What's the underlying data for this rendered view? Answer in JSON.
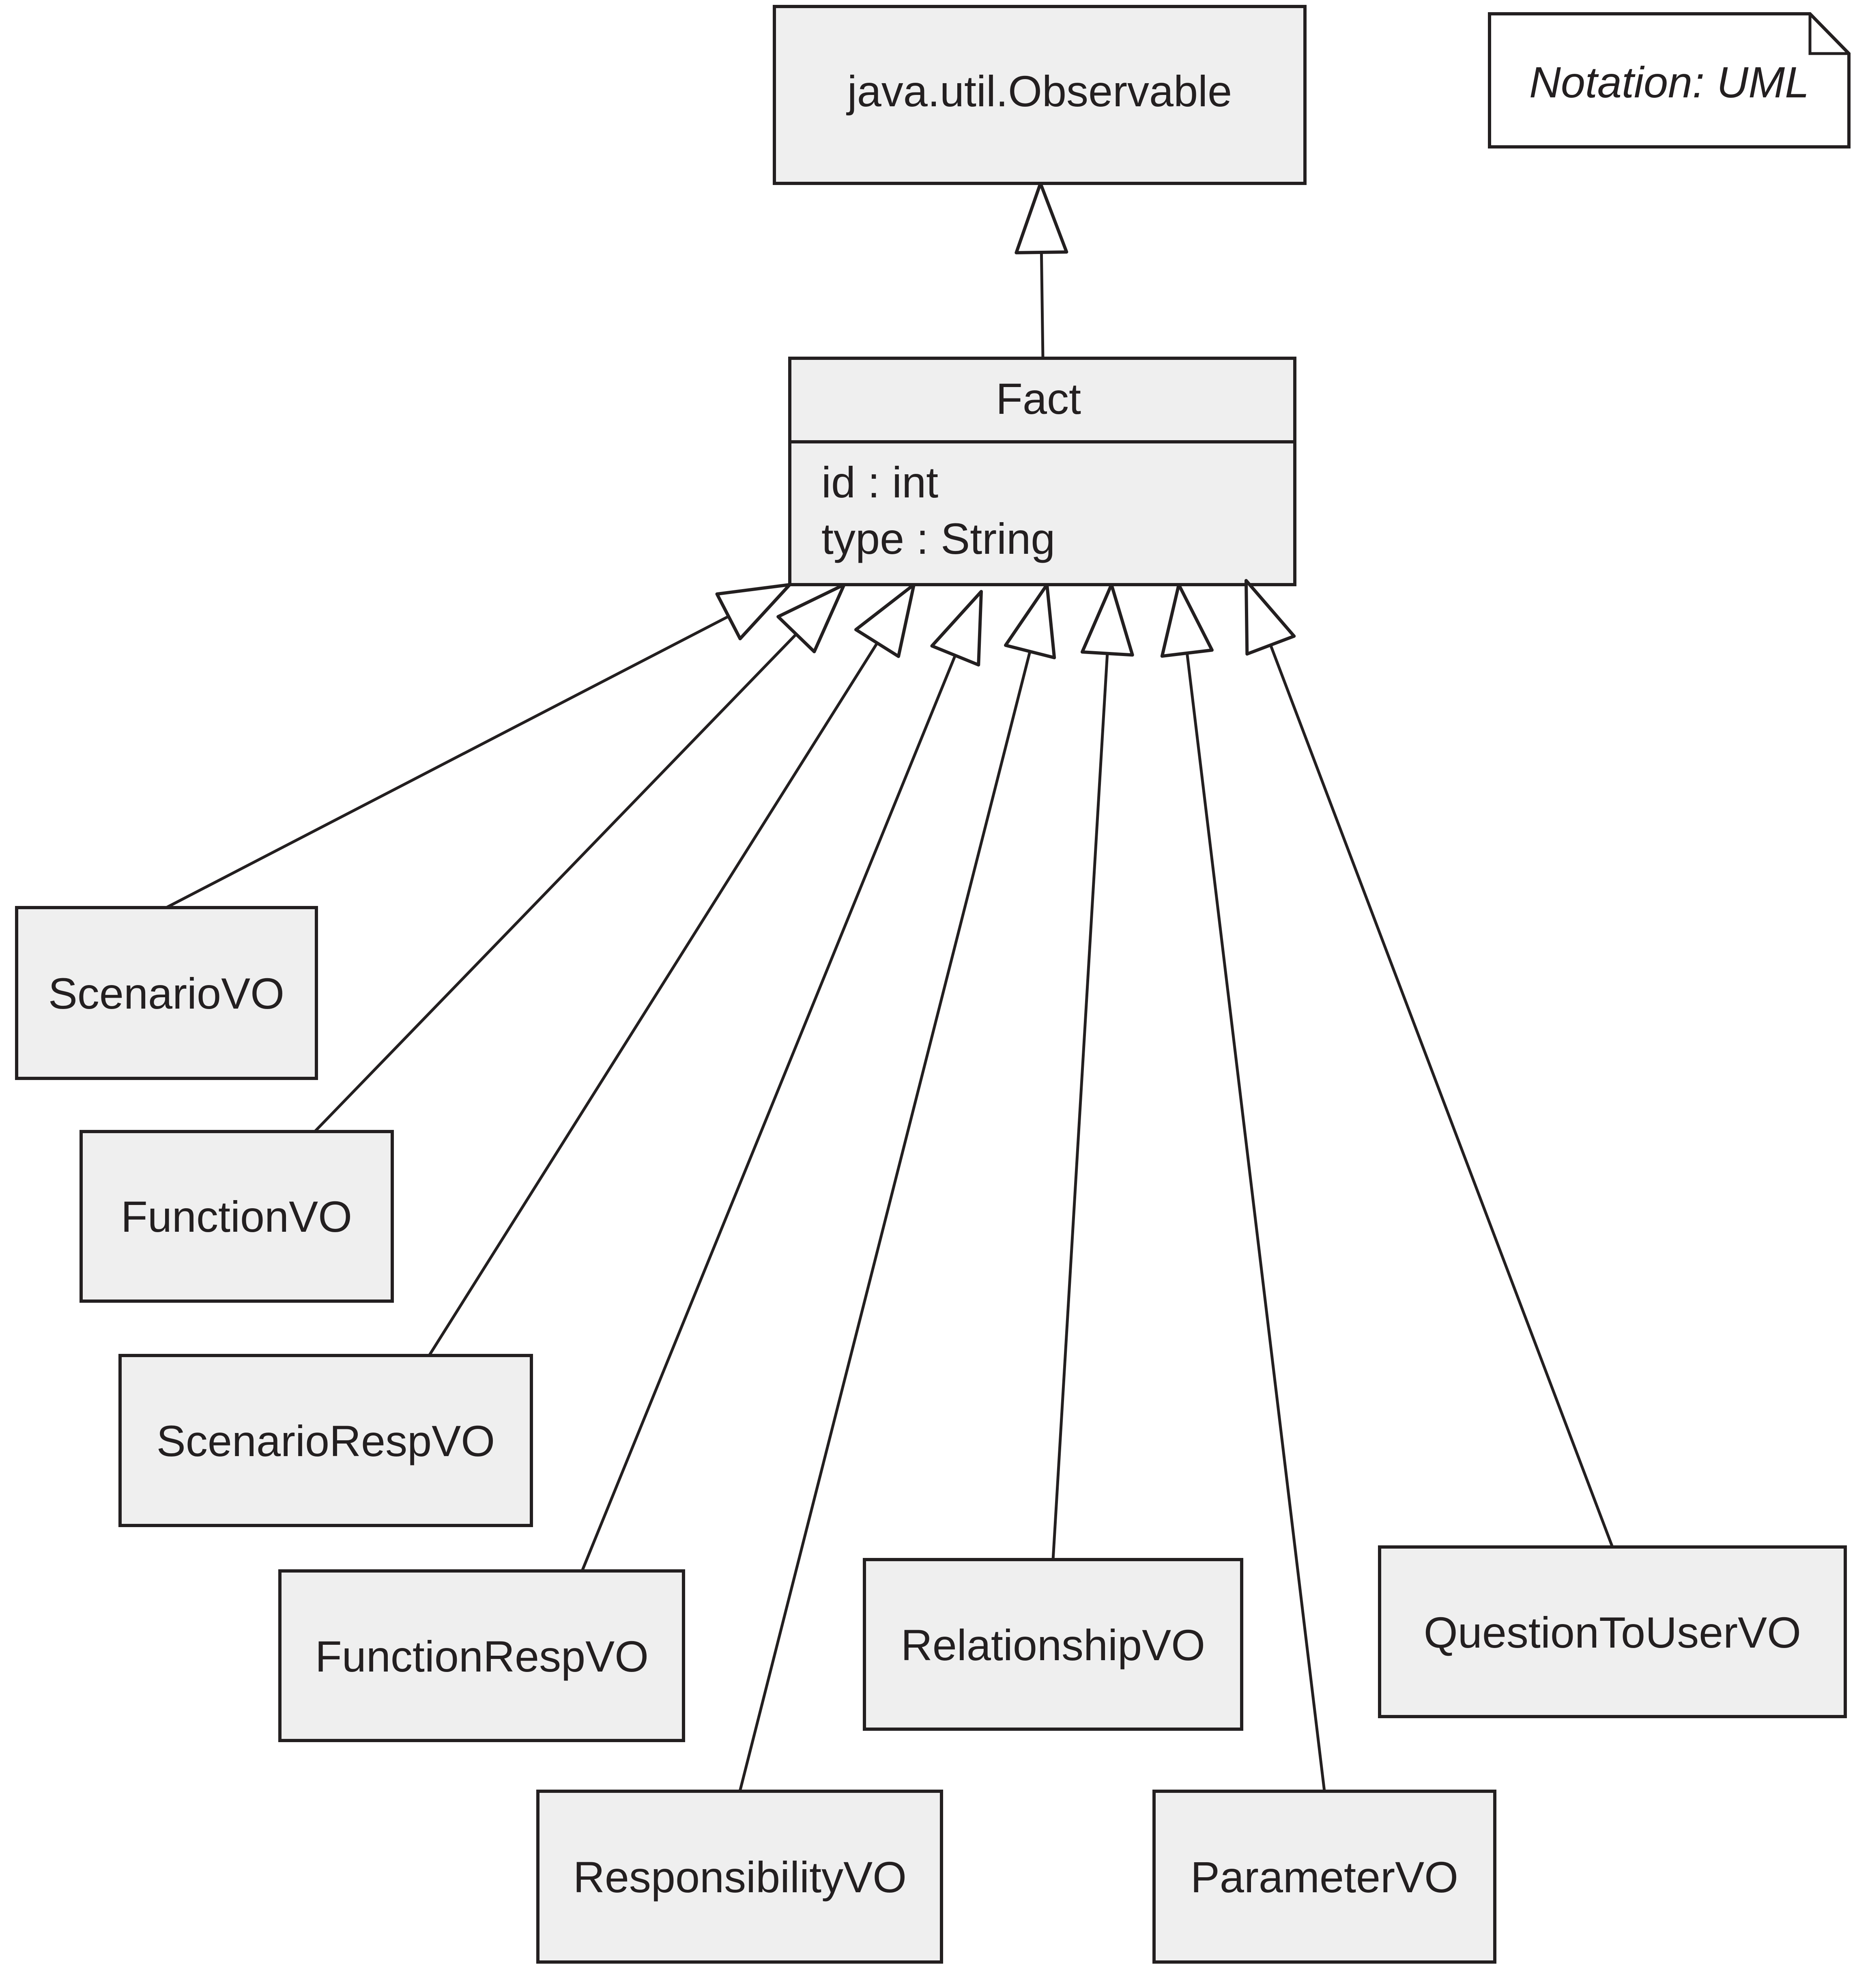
{
  "note": {
    "text": "Notation: UML"
  },
  "colors": {
    "box_fill": "#efefef",
    "stroke": "#231f20",
    "background": "#ffffff"
  },
  "classes": {
    "observable": {
      "name": "java.util.Observable"
    },
    "fact": {
      "name": "Fact",
      "attributes": [
        "id : int",
        "type : String"
      ]
    },
    "subclasses": [
      {
        "name": "ScenarioVO"
      },
      {
        "name": "FunctionVO"
      },
      {
        "name": "ScenarioRespVO"
      },
      {
        "name": "FunctionRespVO"
      },
      {
        "name": "ResponsibilityVO"
      },
      {
        "name": "RelationshipVO"
      },
      {
        "name": "ParameterVO"
      },
      {
        "name": "QuestionToUserVO"
      }
    ]
  },
  "relationships": [
    {
      "type": "generalization",
      "from": "Fact",
      "to": "java.util.Observable"
    },
    {
      "type": "generalization",
      "from": "ScenarioVO",
      "to": "Fact"
    },
    {
      "type": "generalization",
      "from": "FunctionVO",
      "to": "Fact"
    },
    {
      "type": "generalization",
      "from": "ScenarioRespVO",
      "to": "Fact"
    },
    {
      "type": "generalization",
      "from": "FunctionRespVO",
      "to": "Fact"
    },
    {
      "type": "generalization",
      "from": "ResponsibilityVO",
      "to": "Fact"
    },
    {
      "type": "generalization",
      "from": "RelationshipVO",
      "to": "Fact"
    },
    {
      "type": "generalization",
      "from": "ParameterVO",
      "to": "Fact"
    },
    {
      "type": "generalization",
      "from": "QuestionToUserVO",
      "to": "Fact"
    }
  ]
}
